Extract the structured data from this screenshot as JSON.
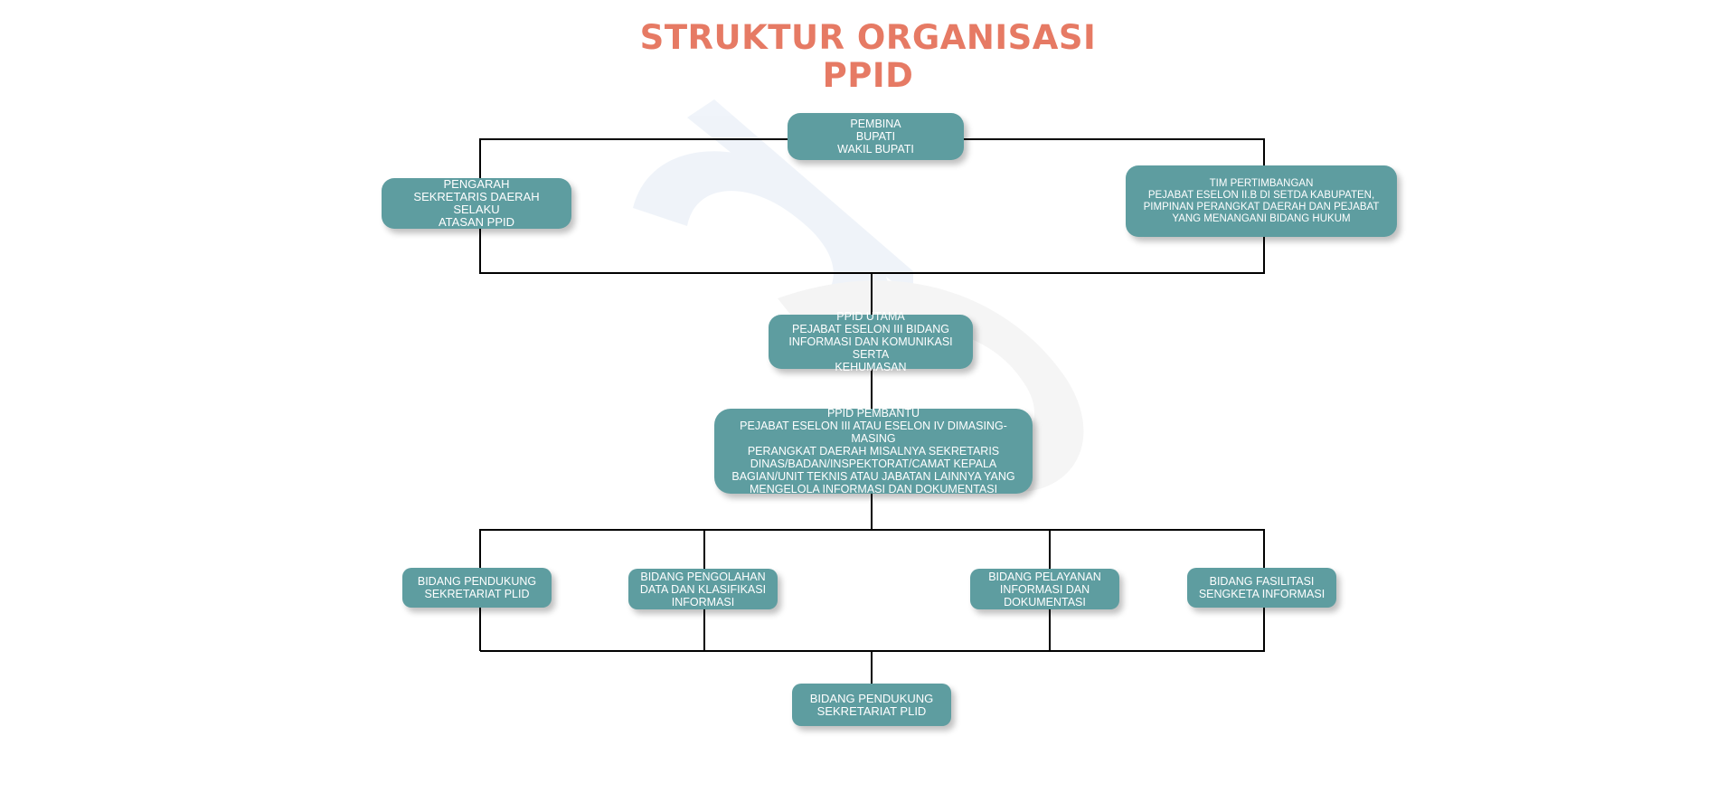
{
  "title": {
    "line1": "STRUKTUR ORGANISASI",
    "line2": "PPID"
  },
  "colors": {
    "title": "#E67A64",
    "box_fill": "#5E9DA0",
    "box_text": "#FFFFFF",
    "connector": "#000000"
  },
  "nodes": {
    "pembina": [
      "PEMBINA",
      "BUPATI",
      "WAKIL BUPATI"
    ],
    "pengarah": [
      "PENGARAH",
      "SEKRETARIS DAERAH SELAKU",
      "ATASAN PPID"
    ],
    "tim_pertimbangan": [
      "TIM PERTIMBANGAN",
      "PEJABAT ESELON II.b di SETDA KABUPATEN,",
      "PIMPINAN PERANGKAT DAERAH DAN PEJABAT",
      "YANG MENANGANI BIDANG HUKUM"
    ],
    "ppid_utama": [
      "PPID UTAMA",
      "PEJABAT ESELON III BIDANG",
      "INFORMASI DAN KOMUNIKASI SERTA",
      "KEHUMASAN"
    ],
    "ppid_pembantu": [
      "PPID PEMBANTU",
      "PEJABAT ESELON III ATAU ESELON IV DIMASING-MASING",
      "PERANGKAT DAERAH MISALNYA SEKRETARIS",
      "DINAS/BADAN/INSPEKTORAT/CAMAT KEPALA",
      "BAGIAN/UNIT TEKNIS ATAU JABATAN LAINNYA YANG",
      "MENGELOLA INFORMASI DAN DOKUMENTASI"
    ],
    "bidang_pendukung": [
      "BIDANG PENDUKUNG",
      "SEKRETARIAT PLID"
    ],
    "bidang_pengolahan": [
      "BIDANG PENGOLAHAN",
      "DATA DAN KLASIFIKASI",
      "INFORMASI"
    ],
    "bidang_pelayanan": [
      "BIDANG PELAYANAN",
      "INFORMASI DAN",
      "DOKUMENTASI"
    ],
    "bidang_fasilitasi": [
      "BIDANG FASILITASI",
      "SENGKETA INFORMASI"
    ],
    "bidang_pendukung_bottom": [
      "BIDANG PENDUKUNG",
      "SEKRETARIAT PLID"
    ]
  },
  "watermark": {
    "icon": "ppid-logo-watermark"
  }
}
